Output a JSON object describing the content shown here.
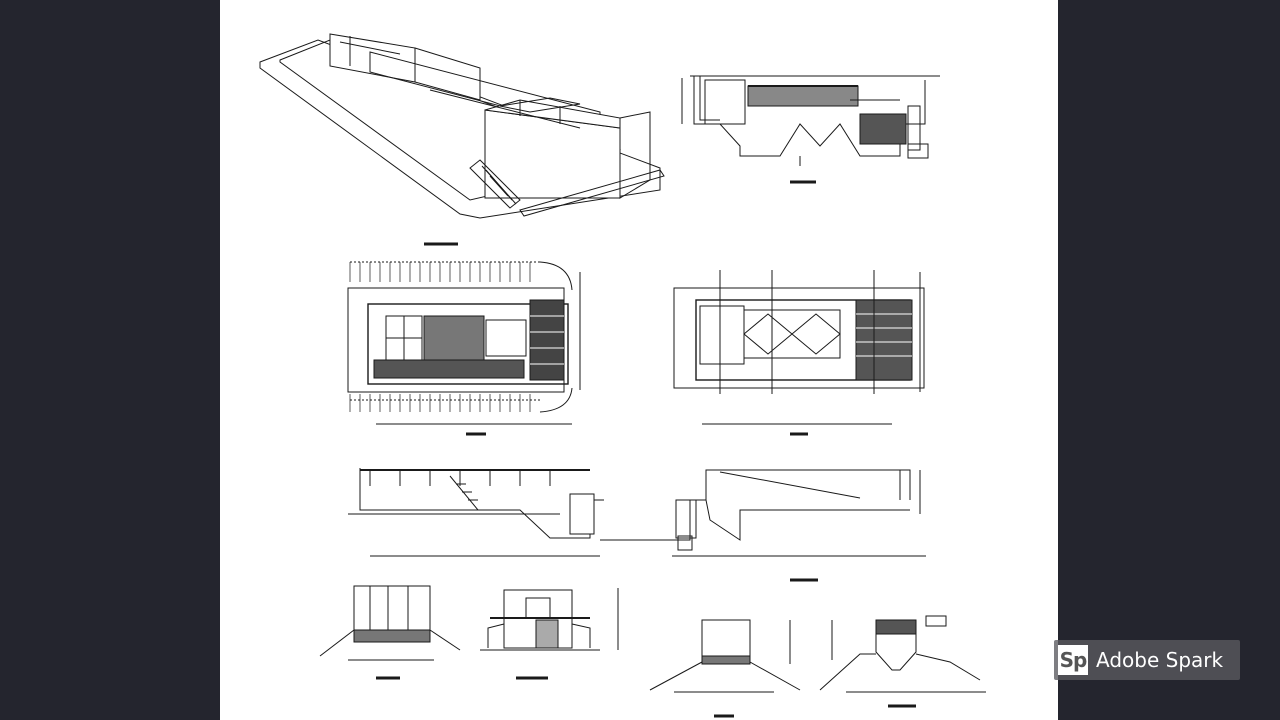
{
  "viewer": {
    "sheet_background": "#ffffff",
    "frame_color": "#24252e"
  },
  "drawing": {
    "icon": "cad-blueprint-sheet",
    "ink_color": "#1a1a1a"
  },
  "watermark": {
    "logo_text": "Sp",
    "brand_text": "Adobe Spark"
  }
}
